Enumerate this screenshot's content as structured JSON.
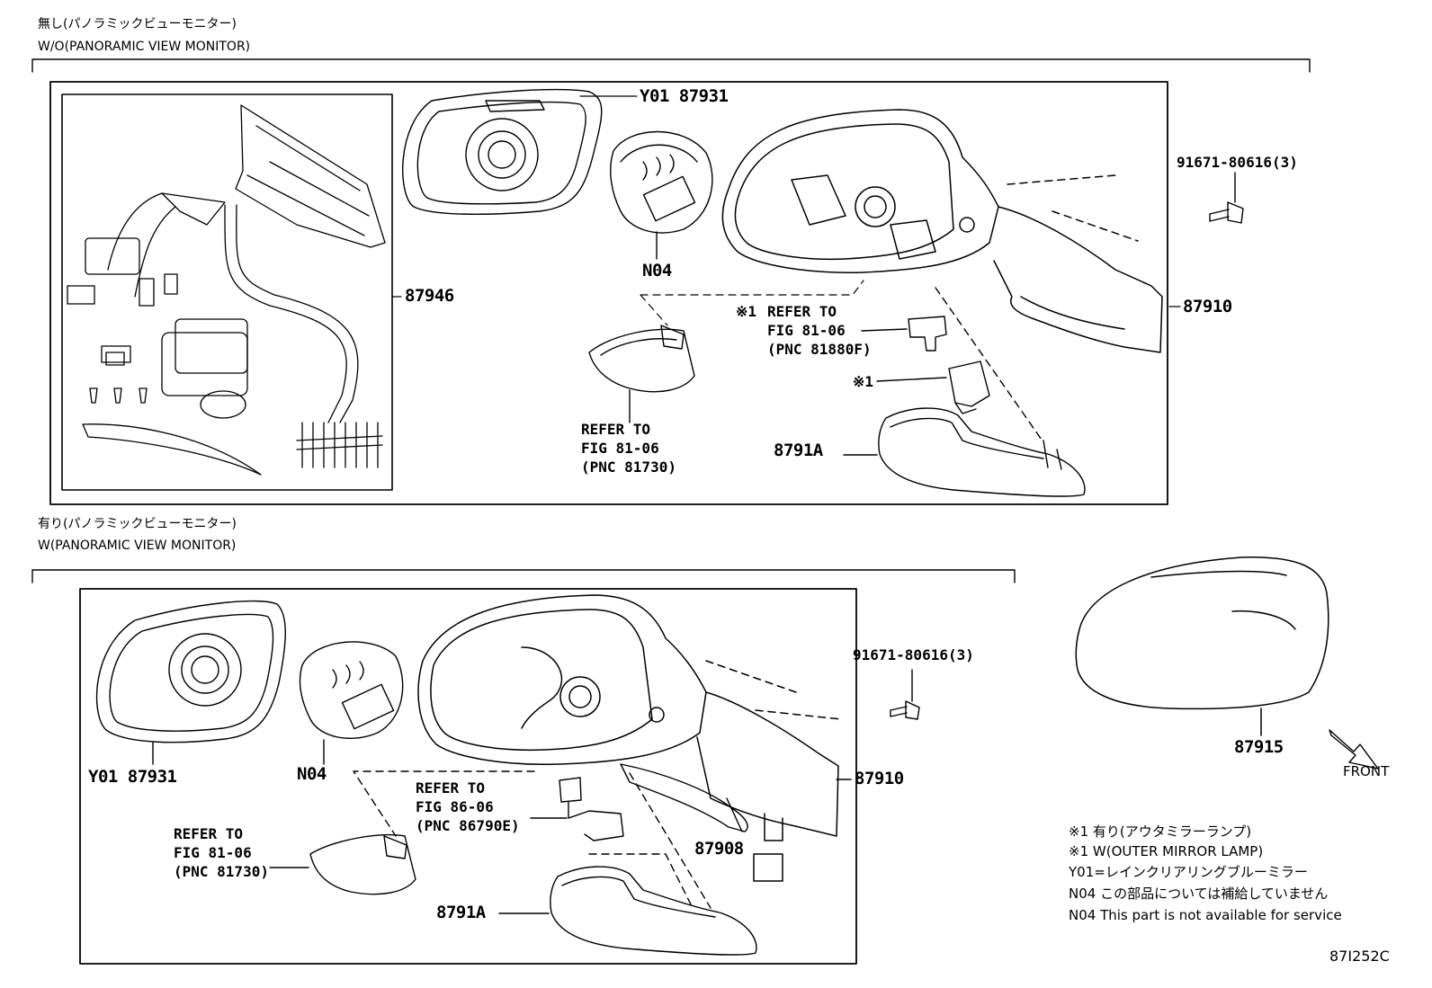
{
  "sections": {
    "without": {
      "title_jp": "無し(パノラミックビューモニター)",
      "title_en": "W/O(PANORAMIC VIEW MONITOR)"
    },
    "with": {
      "title_jp": "有り(パノラミックビューモニター)",
      "title_en": "W(PANORAMIC VIEW MONITOR)"
    }
  },
  "labels_top": {
    "y01_87931": "Y01 87931",
    "n04": "N04",
    "p87946": "87946",
    "p87910": "87910",
    "bolt": "91671-80616(3)",
    "ref_81730": "REFER TO\nFIG 81-06\n(PNC 81730)",
    "ref_81880f_mark": "※1",
    "ref_81880f": "REFER TO\nFIG 81-06\n(PNC 81880F)",
    "mark1": "※1",
    "p8791a": "8791A"
  },
  "labels_bottom": {
    "y01_87931": "Y01 87931",
    "n04": "N04",
    "p87910": "87910",
    "p87908": "87908",
    "bolt": "91671-80616(3)",
    "ref_86790e": "REFER TO\nFIG 86-06\n(PNC 86790E)",
    "ref_81730": "REFER TO\nFIG 81-06\n(PNC 81730)",
    "p8791a": "8791A"
  },
  "cover": {
    "p87915": "87915",
    "front": "FRONT"
  },
  "notes": [
    "※1 有り(アウタミラーランプ)",
    "※1 W(OUTER MIRROR LAMP)",
    "Y01=レインクリアリングブルーミラー",
    "N04 この部品については補給していません",
    "N04 This part is not available for service"
  ],
  "figure_code": "87I252C"
}
